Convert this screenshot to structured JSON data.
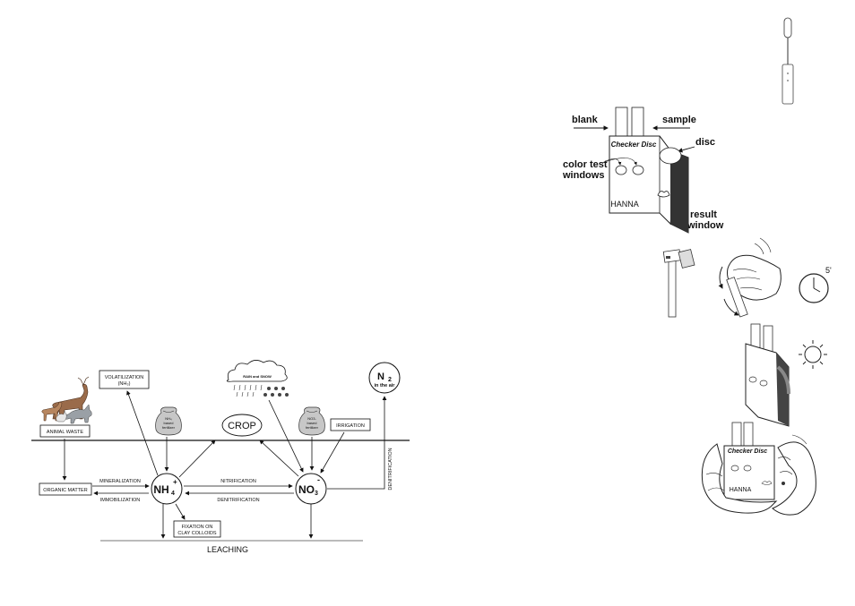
{
  "cycle": {
    "volatilization": "VOLATILIZATION",
    "volatilization_sub": "(NH₃)",
    "rain_snow": "RAIN and SNOW",
    "n2": "N",
    "n2_sub": "2",
    "n2_caption": "in the air",
    "animal_waste": "ANIMAL WASTE",
    "nh4_fert_1": "NH₄",
    "nh4_fert_2": "based",
    "nh4_fert_3": "fertilizer",
    "crop": "CROP",
    "no3_fert_1": "NO3-",
    "no3_fert_2": "based",
    "no3_fert_3": "fertilizer",
    "irrigation": "IRRIGATION",
    "denitrification_vertical": "DENITRIFICATION",
    "organic_matter": "ORGANIC MATTER",
    "mineralization": "MINERALIZATION",
    "immobilization": "IMMOBILIZATION",
    "nh4": "NH",
    "nh4_sub": "4",
    "nh4_sup": "+",
    "no3": "NO",
    "no3_sub": "3",
    "no3_sup": "-",
    "nitrification": "NITRIFICATION",
    "denitrification": "DENITRIFICATION",
    "fixation_1": "FIXATION ON",
    "fixation_2": "CLAY COLLOIDS",
    "leaching": "LEACHING"
  },
  "checker": {
    "blank": "blank",
    "sample": "sample",
    "disc": "disc",
    "color_test_1": "color test",
    "color_test_2": "windows",
    "result_1": "result",
    "result_2": "window",
    "device_name": "Checker Disc",
    "brand": "HANNA",
    "timer": "5'"
  }
}
